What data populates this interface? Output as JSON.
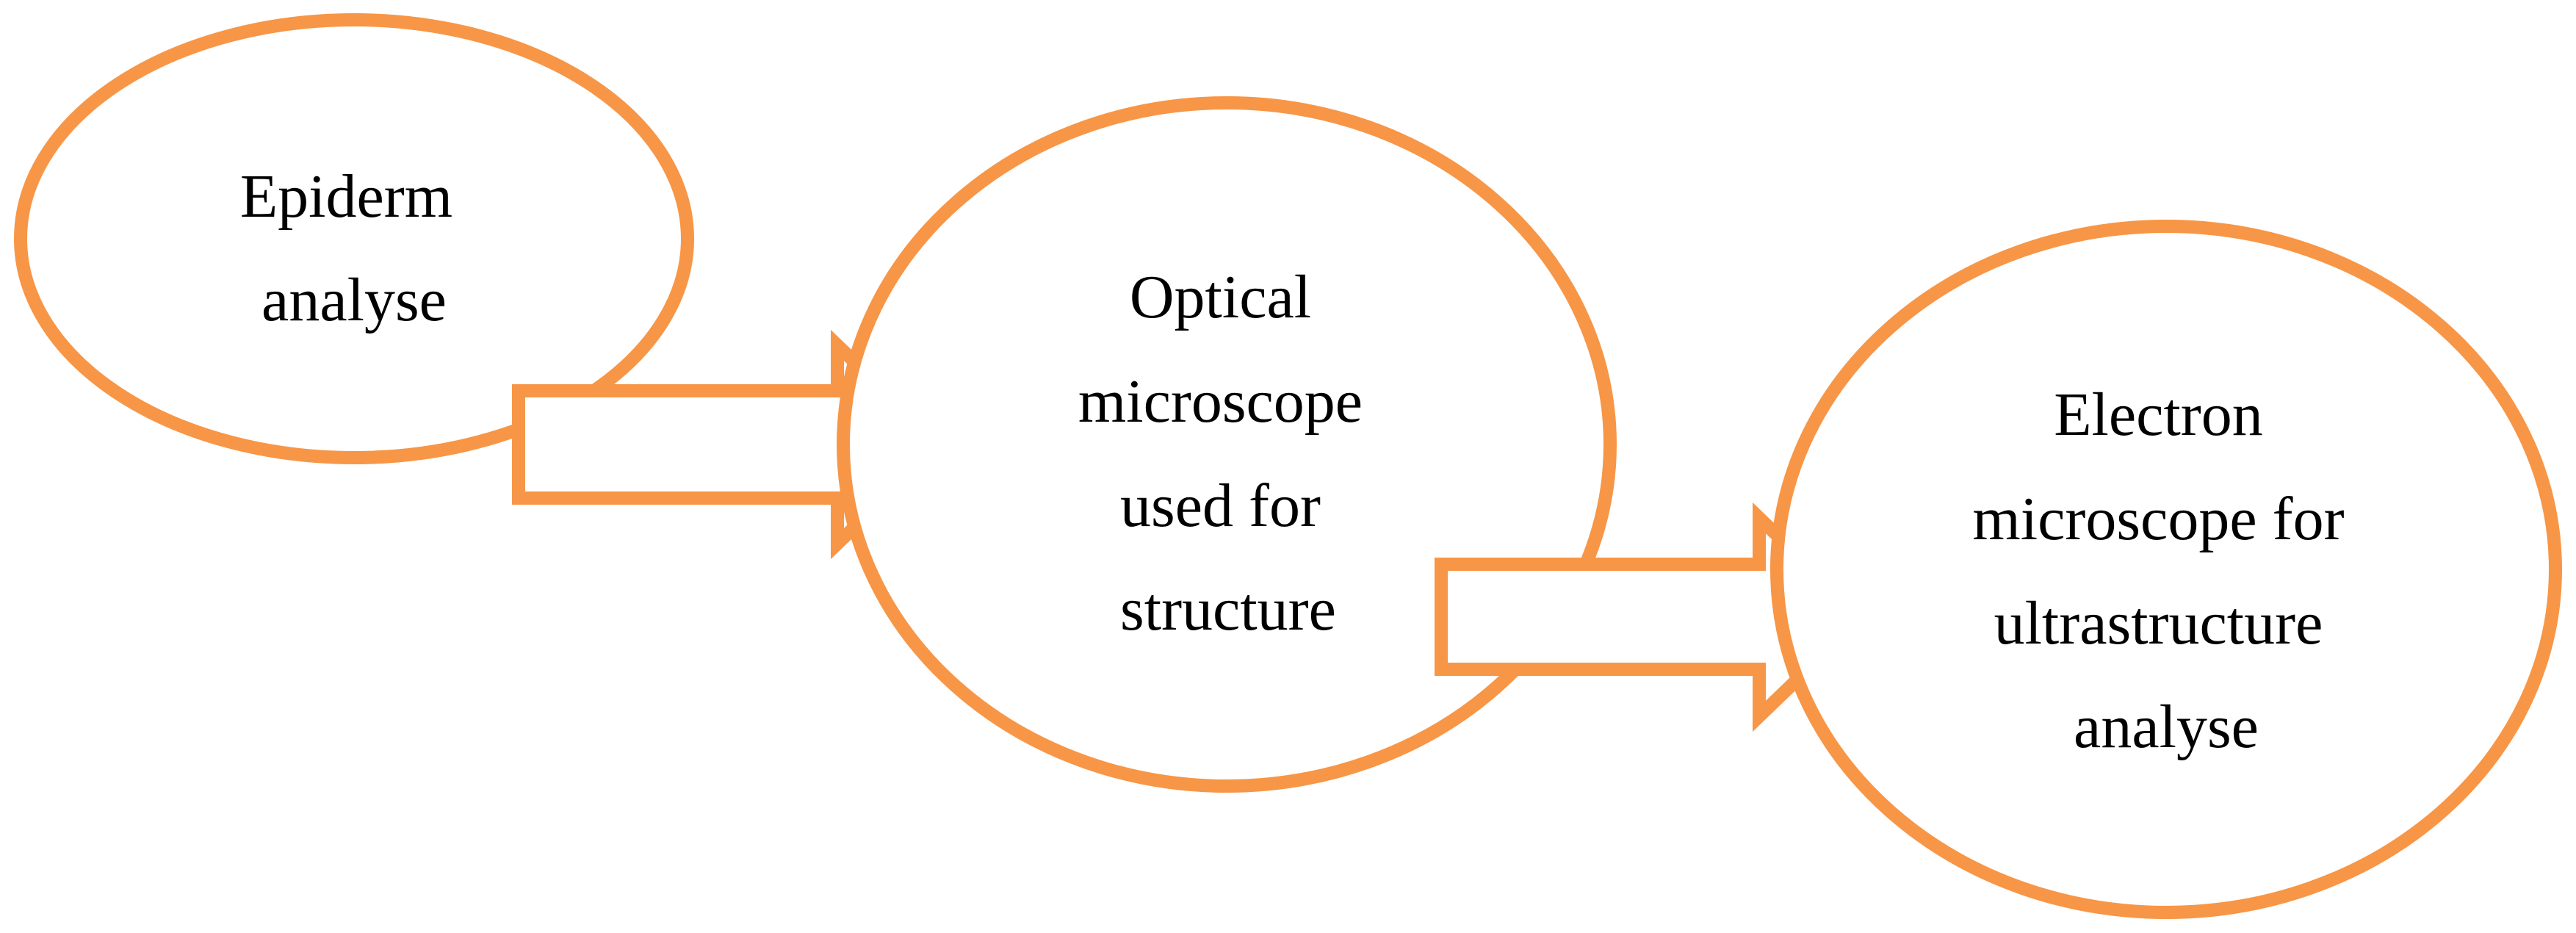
{
  "colors": {
    "stroke": "#F79646",
    "fill": "#FFFFFF",
    "text": "#000000"
  },
  "nodes": [
    {
      "id": "epiderm-analyse",
      "lines": [
        "Epiderm",
        "analyse"
      ]
    },
    {
      "id": "optical-microscope",
      "lines": [
        "Optical",
        "microscope",
        "used for",
        "structure"
      ]
    },
    {
      "id": "electron-microscope",
      "lines": [
        "Electron",
        "microscope for",
        "ultrastructure",
        "analyse"
      ]
    }
  ],
  "arrows": [
    {
      "from": "epiderm-analyse",
      "to": "optical-microscope"
    },
    {
      "from": "optical-microscope",
      "to": "electron-microscope"
    }
  ]
}
